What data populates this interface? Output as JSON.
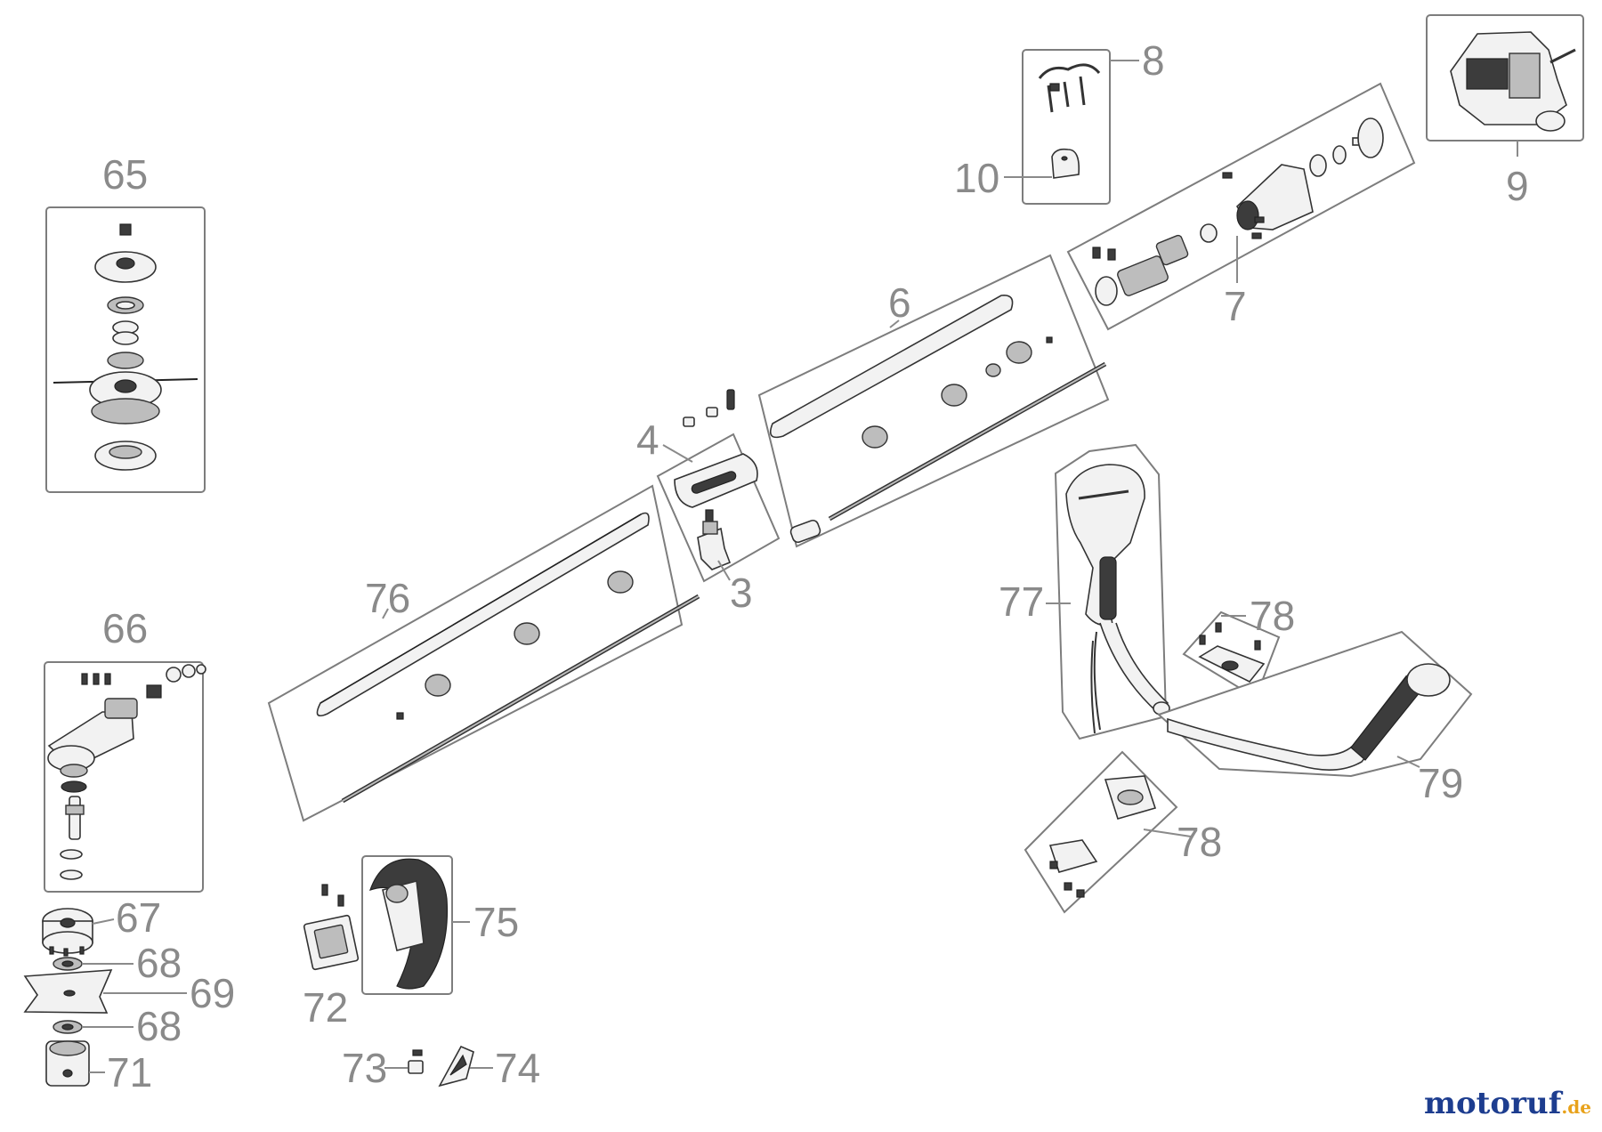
{
  "diagram": {
    "parts": {
      "p3": "3",
      "p4": "4",
      "p6": "6",
      "p7": "7",
      "p8": "8",
      "p9": "9",
      "p10": "10",
      "p65": "65",
      "p66": "66",
      "p67": "67",
      "p68a": "68",
      "p68b": "68",
      "p69": "69",
      "p71": "71",
      "p72": "72",
      "p73": "73",
      "p74": "74",
      "p75": "75",
      "p76": "76",
      "p77": "77",
      "p78a": "78",
      "p78b": "78",
      "p79": "79"
    }
  },
  "watermark": {
    "text_main": "motoruf",
    "text_suffix": ".de",
    "color_main": "#1d3d8f",
    "color_accent": "#e8a21b"
  }
}
